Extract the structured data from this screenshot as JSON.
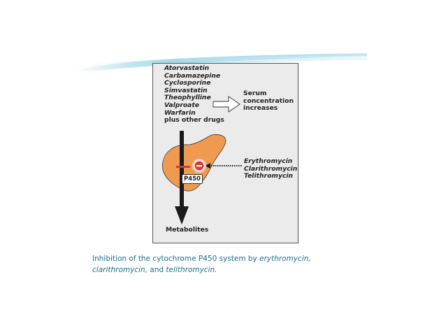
{
  "figure": {
    "substrates": [
      "Atorvastatin",
      "Carbamazepine",
      "Cyclosporine",
      "Simvastatin",
      "Theophylline",
      "Valproate",
      "Warfarin"
    ],
    "other_drugs": "plus other drugs",
    "effect_lines": [
      "Serum",
      "concentration",
      "increases"
    ],
    "enzyme_label": "P450",
    "inhibitors": [
      "Erythromycin",
      "Clarithromycin",
      "Telithromycin"
    ],
    "product_label": "Metabolites",
    "icons": {
      "inhibition": "minus-circle-icon",
      "flow": "down-arrow-icon",
      "effect": "right-arrow-icon"
    },
    "colors": {
      "liver": "#ef9a50",
      "inhibitor": "#d6393b",
      "arrow": "#1a1a1a",
      "background": "#ebebeb"
    }
  },
  "caption": {
    "part1": "Inhibition of the cytochrome P450 system by ",
    "part2": "erythromycin,",
    "part3": "clarithromycin,",
    "part4": " and  ",
    "part5": "telithromycin."
  },
  "colors": {
    "caption_text": "#1d6f8f",
    "decor_swoosh": "#7dc6df"
  }
}
